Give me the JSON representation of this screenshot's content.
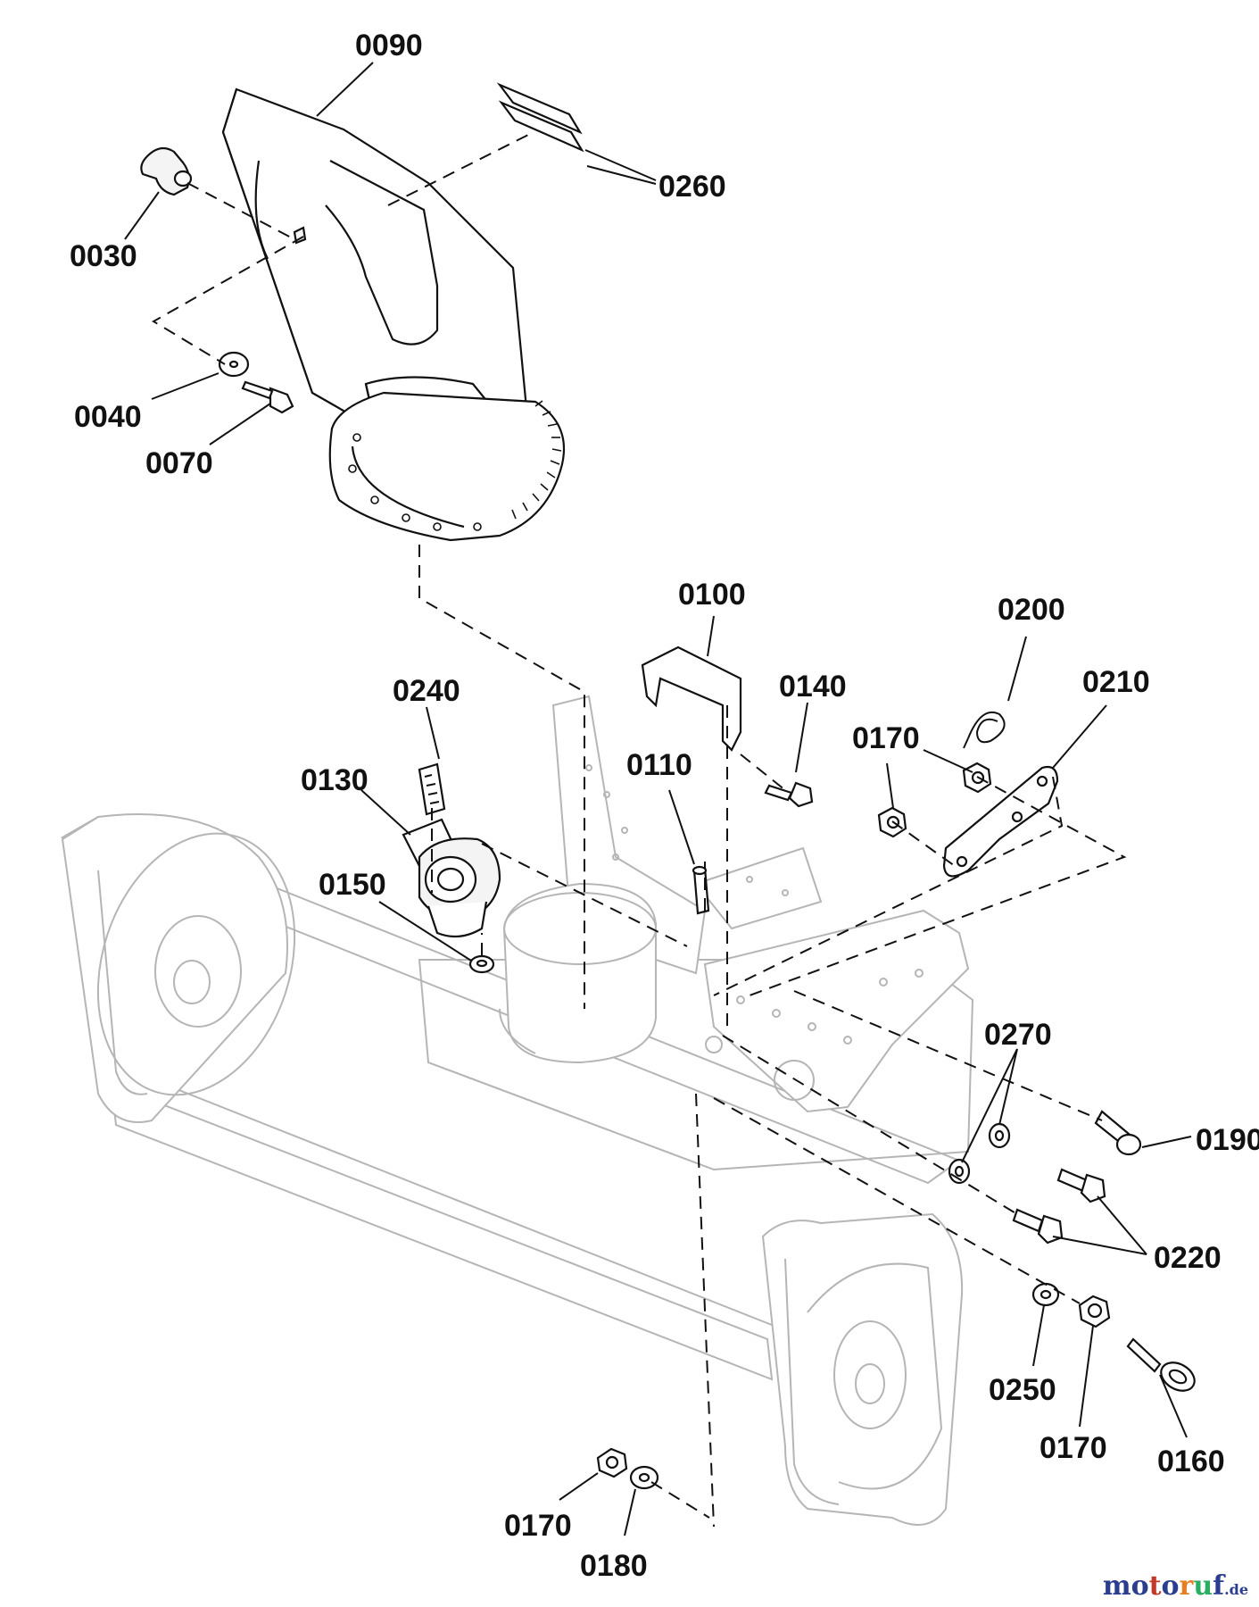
{
  "labels": [
    {
      "key": "p0090",
      "text": "0090"
    },
    {
      "key": "p0260",
      "text": "0260"
    },
    {
      "key": "p0030",
      "text": "0030"
    },
    {
      "key": "p0040",
      "text": "0040"
    },
    {
      "key": "p0070",
      "text": "0070"
    },
    {
      "key": "p0100",
      "text": "0100"
    },
    {
      "key": "p0200",
      "text": "0200"
    },
    {
      "key": "p0210",
      "text": "0210"
    },
    {
      "key": "p0240",
      "text": "0240"
    },
    {
      "key": "p0140",
      "text": "0140"
    },
    {
      "key": "p0170a",
      "text": "0170"
    },
    {
      "key": "p0110",
      "text": "0110"
    },
    {
      "key": "p0130",
      "text": "0130"
    },
    {
      "key": "p0150",
      "text": "0150"
    },
    {
      "key": "p0270",
      "text": "0270"
    },
    {
      "key": "p0190",
      "text": "0190"
    },
    {
      "key": "p0220",
      "text": "0220"
    },
    {
      "key": "p0250",
      "text": "0250"
    },
    {
      "key": "p0170b",
      "text": "0170"
    },
    {
      "key": "p0160",
      "text": "0160"
    },
    {
      "key": "p0170c",
      "text": "0170"
    },
    {
      "key": "p0180",
      "text": "0180"
    }
  ],
  "watermark": {
    "letters": [
      "m",
      "o",
      "t",
      "o",
      "r",
      "u",
      "f"
    ],
    "letter_colors": [
      "#2a3d8f",
      "#2a3d8f",
      "#c0392b",
      "#2a3d8f",
      "#e67e22",
      "#27ae60",
      "#2a3d8f"
    ],
    "suffix": ".de"
  }
}
